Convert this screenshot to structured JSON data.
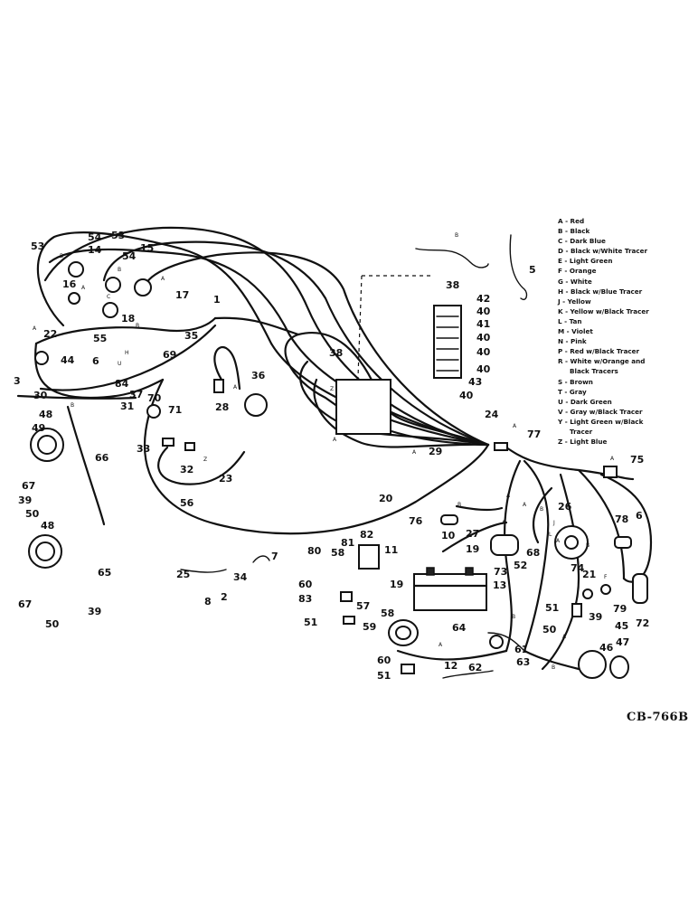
{
  "figure_code": "CB-766B",
  "legend": [
    {
      "text": "A - Red"
    },
    {
      "text": "B - Black"
    },
    {
      "text": "C - Dark Blue"
    },
    {
      "text": "D - Black w/White Tracer"
    },
    {
      "text": "E - Light Green"
    },
    {
      "text": "F - Orange"
    },
    {
      "text": "G - White"
    },
    {
      "text": "H - Black w/Blue Tracer"
    },
    {
      "text": "J - Yellow"
    },
    {
      "text": "K - Yellow w/Black Tracer"
    },
    {
      "text": "L - Tan"
    },
    {
      "text": "M - Violet"
    },
    {
      "text": "N - Pink"
    },
    {
      "text": "P - Red w/Black Tracer"
    },
    {
      "text": "R - White w/Orange and"
    },
    {
      "text": "Black Tracers",
      "indent": true
    },
    {
      "text": "S - Brown"
    },
    {
      "text": "T - Gray"
    },
    {
      "text": "U - Dark Green"
    },
    {
      "text": "V - Gray w/Black Tracer"
    },
    {
      "text": "Y - Light Green w/Black"
    },
    {
      "text": "Tracer",
      "indent": true
    },
    {
      "text": "Z - Light Blue"
    }
  ],
  "callouts": [
    "53",
    "54",
    "14",
    "53",
    "54",
    "15",
    "16",
    "17",
    "18",
    "1",
    "22",
    "55",
    "44",
    "6",
    "3",
    "30",
    "48",
    "49",
    "66",
    "67",
    "39",
    "50",
    "48",
    "65",
    "67",
    "50",
    "39",
    "84",
    "37",
    "70",
    "71",
    "69",
    "35",
    "31",
    "33",
    "32",
    "23",
    "28",
    "36",
    "38",
    "38",
    "42",
    "40",
    "41",
    "40",
    "40",
    "40",
    "43",
    "40",
    "24",
    "29",
    "20",
    "56",
    "7",
    "25",
    "8",
    "2",
    "34",
    "80",
    "58",
    "81",
    "82",
    "60",
    "83",
    "51",
    "11",
    "19",
    "19",
    "57",
    "58",
    "59",
    "60",
    "51",
    "12",
    "62",
    "61",
    "63",
    "64",
    "13",
    "52",
    "68",
    "73",
    "27",
    "10",
    "76",
    "26",
    "74",
    "77",
    "75",
    "78",
    "6",
    "21",
    "79",
    "72",
    "51",
    "50",
    "39",
    "45",
    "46",
    "47",
    "5"
  ],
  "wire_letters": [
    "A",
    "B",
    "A",
    "C",
    "B",
    "A",
    "B",
    "H",
    "U",
    "B",
    "Z",
    "A",
    "A",
    "Z",
    "A",
    "B",
    "A",
    "A",
    "B",
    "A",
    "A",
    "B",
    "A",
    "L",
    "J",
    "B",
    "F",
    "A",
    "B",
    "A",
    "A",
    "B"
  ]
}
